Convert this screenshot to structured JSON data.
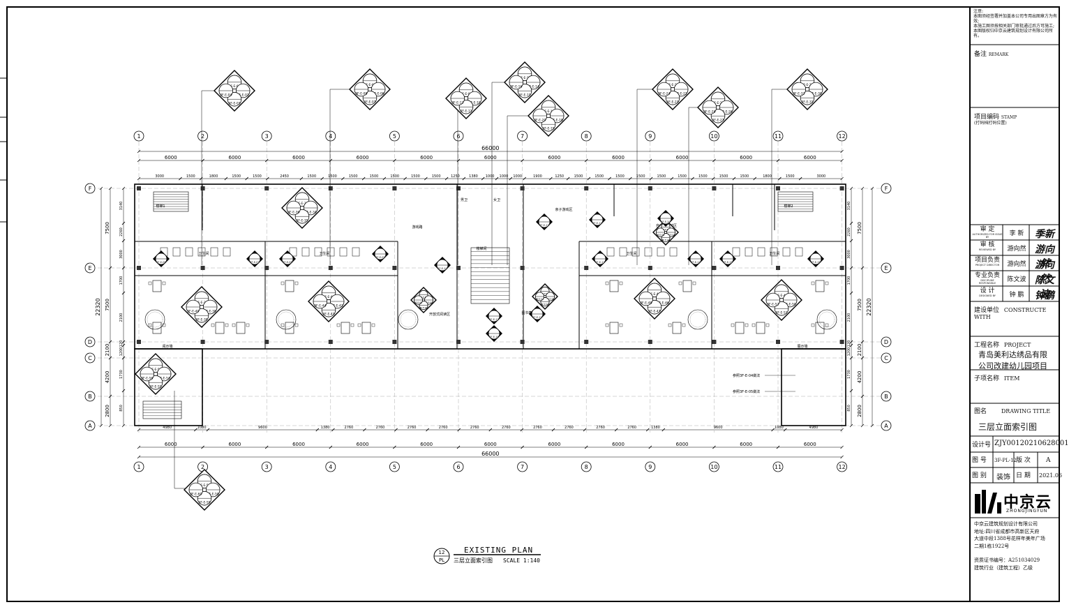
{
  "notes": {
    "heading": "注意:",
    "lines": [
      "本图须经签署并加盖本公司专用出图章方为有效;",
      "本施工图须按相关部门审批通过后方可施工;",
      "本图版权归中京云建筑规划设计有限公司所有。"
    ]
  },
  "remarks": {
    "label": "备注",
    "en": "REMARK"
  },
  "project_code": {
    "label": "项目编码",
    "en": "STAMP",
    "sub": "(打码档打码位置)"
  },
  "signatures": [
    {
      "role": "审 定",
      "role_en": "AUTHORIZED FOR ISSUE BY",
      "name": "李 新",
      "sign": "季新"
    },
    {
      "role": "审 核",
      "role_en": "REVIEWED BY",
      "name": "游向然",
      "sign": "游向然"
    },
    {
      "role": "项目负责",
      "role_en": "PROJECT DIRECTOR",
      "name": "游向然",
      "sign": "游向然"
    },
    {
      "role": "专业负责",
      "role_en": "DISCIPLINE RESPONSIBLE",
      "name": "陈文波",
      "sign": "陈文波"
    },
    {
      "role": "设 计",
      "role_en": "DESIGNED BY",
      "name": "钟 鹏",
      "sign": "钟鹏"
    }
  ],
  "client": {
    "label": "建设单位",
    "en": "CONSTRUCTE WITH"
  },
  "project": {
    "label": "工程名称",
    "en": "PROJECT",
    "line1": "青岛美利达绣品有限",
    "line2": "公司改建幼儿园项目"
  },
  "item": {
    "label": "子项名称",
    "en": "ITEM"
  },
  "drawing_title": {
    "label": "图名",
    "en": "DRAWING TITLE",
    "value": "三层立面索引图"
  },
  "design_no": {
    "label": "设计号",
    "value": "ZJY00120210628001"
  },
  "drawing_no": {
    "label": "图 号",
    "value": "3F-PL-12",
    "version_label": "版 次",
    "version": "A"
  },
  "category": {
    "label": "图 别",
    "value": "装饰",
    "date_label": "日 期",
    "date": "2021.06"
  },
  "company": {
    "logo_text": "中京云",
    "logo_sub": "ZHONGJINGYUN",
    "lines": [
      "中京云建筑规划设计有限公司",
      "地址:四川省成都市高新区天府",
      "大道中段1388号花样年美年广场",
      "二期1栋1922号",
      "",
      "资质证书编号：A251034029",
      "建筑行业（建筑工程）乙级"
    ]
  },
  "plan_title": {
    "number": "12",
    "sheet": "PL",
    "title": "EXISTING PLAN",
    "subtitle": "三层立面索引图",
    "scale": "SCALE 1:140"
  },
  "grid": {
    "columns": [
      "1",
      "2",
      "3",
      "4",
      "5",
      "6",
      "7",
      "8",
      "9",
      "10",
      "11",
      "12"
    ],
    "rows": [
      "F",
      "E",
      "D",
      "C",
      "B",
      "A"
    ],
    "total_width": "66000",
    "bay_dims": [
      "6000",
      "6000",
      "6000",
      "6000",
      "6000",
      "6000",
      "6000",
      "6000",
      "6000",
      "6000",
      "6000"
    ],
    "top_sub_dims": [
      "3000",
      "1500",
      "1800",
      "1500",
      "1500",
      "2450",
      "1500",
      "1500",
      "1500",
      "1500",
      "1500",
      "1500",
      "1500",
      "1250",
      "1380",
      "1000",
      "1000",
      "1000",
      "1900",
      "1250",
      "1500",
      "1500",
      "1500",
      "1500",
      "1500",
      "1500",
      "1500",
      "1500",
      "1500",
      "1800",
      "1500",
      "3000"
    ],
    "bottom_sub_dims": [
      "4980",
      "1080",
      "9600",
      "1380",
      "2760",
      "2760",
      "2760",
      "2760",
      "2760",
      "2760",
      "2760",
      "2760",
      "2760",
      "2760",
      "1380",
      "9600",
      "1080",
      "4980"
    ],
    "left_dims": [
      "7500",
      "7500",
      "2100",
      "4200",
      "2800"
    ],
    "left_total": "22320",
    "left_sub_dims": [
      "3140",
      "2260",
      "3000",
      "1700",
      "2100",
      "120",
      "1200",
      "1730",
      "850"
    ]
  },
  "rooms": [
    "楼梯1",
    "卫生间",
    "卫生间",
    "游戏路",
    "楼梯间",
    "男卫",
    "女卫",
    "亲子游戏区",
    "自由实活动区",
    "卫生间",
    "卫生间",
    "楼梯2",
    "阅示墙",
    "展示墙",
    "开放式阅读区",
    "图书角"
  ],
  "notes_refs": [
    "参照3F-E-04做法",
    "参照3F-E-05做法"
  ],
  "index_symbol_labels": [
    "3F-E-01",
    "3F-E-02",
    "3F-E-03",
    "3F-E-04",
    "3F-E-05",
    "3F-E-06",
    "3F-E-07",
    "3F-E-08",
    "3F-E-09",
    "3F-E-10",
    "3F-E-11",
    "3F-E-12",
    "3F-E-13",
    "3F-E-14",
    "3F-E-15",
    "3F-E-16",
    "3F-E-17",
    "3F-E-18",
    "3F-E-19",
    "3F-E-20",
    "3F-E-21",
    "3F-E-22",
    "3F-E-23",
    "3F-E-24",
    "3F-E-25",
    "3F-E-26",
    "3F-E-27",
    "3F-E-28",
    "3F-E-29",
    "3F-E-30",
    "3F-E-31",
    "3F-E-32",
    "3F-E-33",
    "3F-E-34",
    "3F-E-35",
    "3F-E-36",
    "3F-E-37",
    "3F-E-38",
    "3F-E-39",
    "3F-E-40",
    "3F-E-41",
    "3F-E-42",
    "3F-E-43",
    "3F-E-44",
    "3F-E-45",
    "3F-E-46",
    "3F-E-47",
    "3F-E-48",
    "3F-E-49",
    "3F-E-50",
    "3F-E-51",
    "3F-E-52",
    "3F-E-53",
    "3F-E-54",
    "3F-E-55",
    "3F-E-56",
    "3F-E-57",
    "3F-E-58",
    "3F-E-59",
    "3F-E-60",
    "3F-E-61",
    "3F-E-62",
    "3F-E-63",
    "3F-E-64",
    "3F-E-65",
    "3F-E-66",
    "3F-E-67"
  ]
}
